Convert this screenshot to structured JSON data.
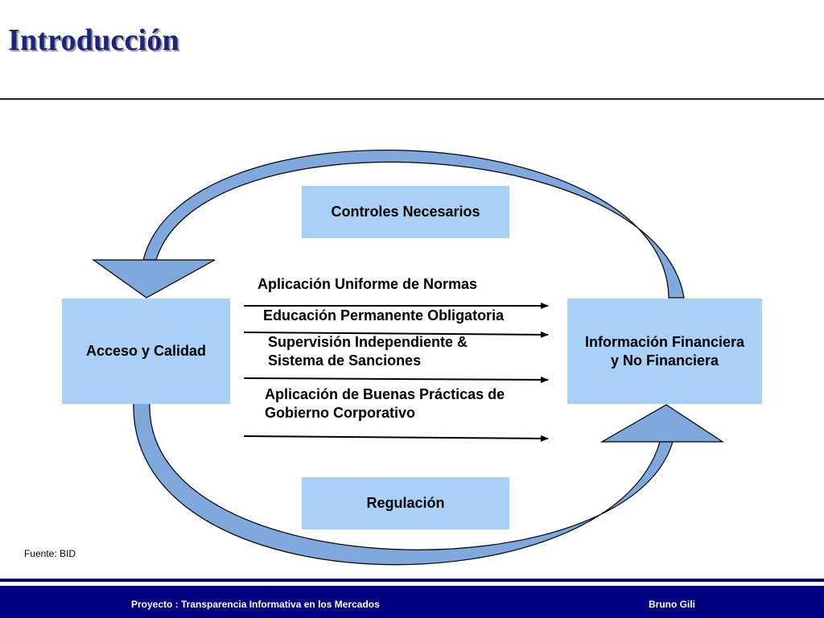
{
  "slide": {
    "title": "Introducción",
    "source": "Fuente: BID"
  },
  "diagram": {
    "top_box": "Controles Necesarios",
    "bottom_box": "Regulación",
    "left_box": "Acceso y Calidad",
    "right_box": {
      "line1": "Información Financiera",
      "line2": "y No Financiera"
    },
    "items": [
      {
        "line1": "Aplicación Uniforme de Normas"
      },
      {
        "line1": "Educación Permanente Obligatoria"
      },
      {
        "line1": "Supervisión Independiente &",
        "line2": "Sistema de Sanciones"
      },
      {
        "line1": "Aplicación de Buenas Prácticas de",
        "line2": "Gobierno Corporativo"
      }
    ]
  },
  "footer": {
    "project": "Proyecto : Transparencia Informativa en los Mercados",
    "author": "Bruno Gili"
  },
  "colors": {
    "title": "#1a237e",
    "box_fill": "#a9d1f7",
    "curve_fill": "#7fa8dd",
    "footer": "#000080"
  }
}
